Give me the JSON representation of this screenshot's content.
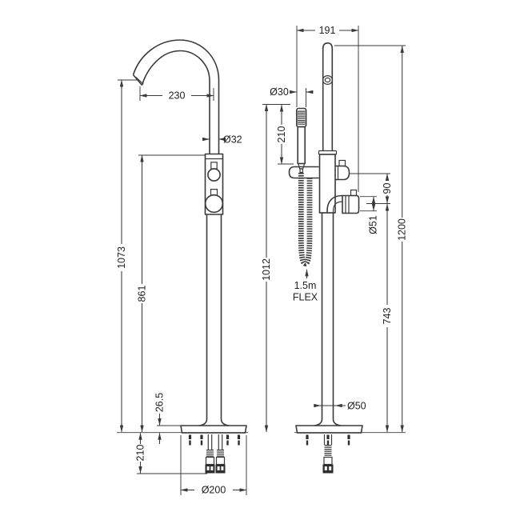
{
  "colors": {
    "line": "#3a3a3a",
    "text": "#1f1f1f",
    "background": "#ffffff"
  },
  "front_view": {
    "spout_reach": "230",
    "spout_diameter": "Ø32",
    "height_to_spout_outlet": "1073",
    "height_to_body_top": "861",
    "base_plate_thickness": "26.5",
    "inlet_tails_length": "210",
    "base_diameter": "Ø200"
  },
  "side_view": {
    "front_projection": "191",
    "handset_diameter": "Ø30",
    "handset_length": "210",
    "diverter_to_handle_offset": "90",
    "handle_diameter": "Ø51",
    "overall_height": "1200",
    "height_to_handset_top": "1012",
    "height_to_handle_centre": "743",
    "column_diameter": "Ø50",
    "flex_hose_length": "1.5m",
    "flex_hose_label": "FLEX"
  }
}
